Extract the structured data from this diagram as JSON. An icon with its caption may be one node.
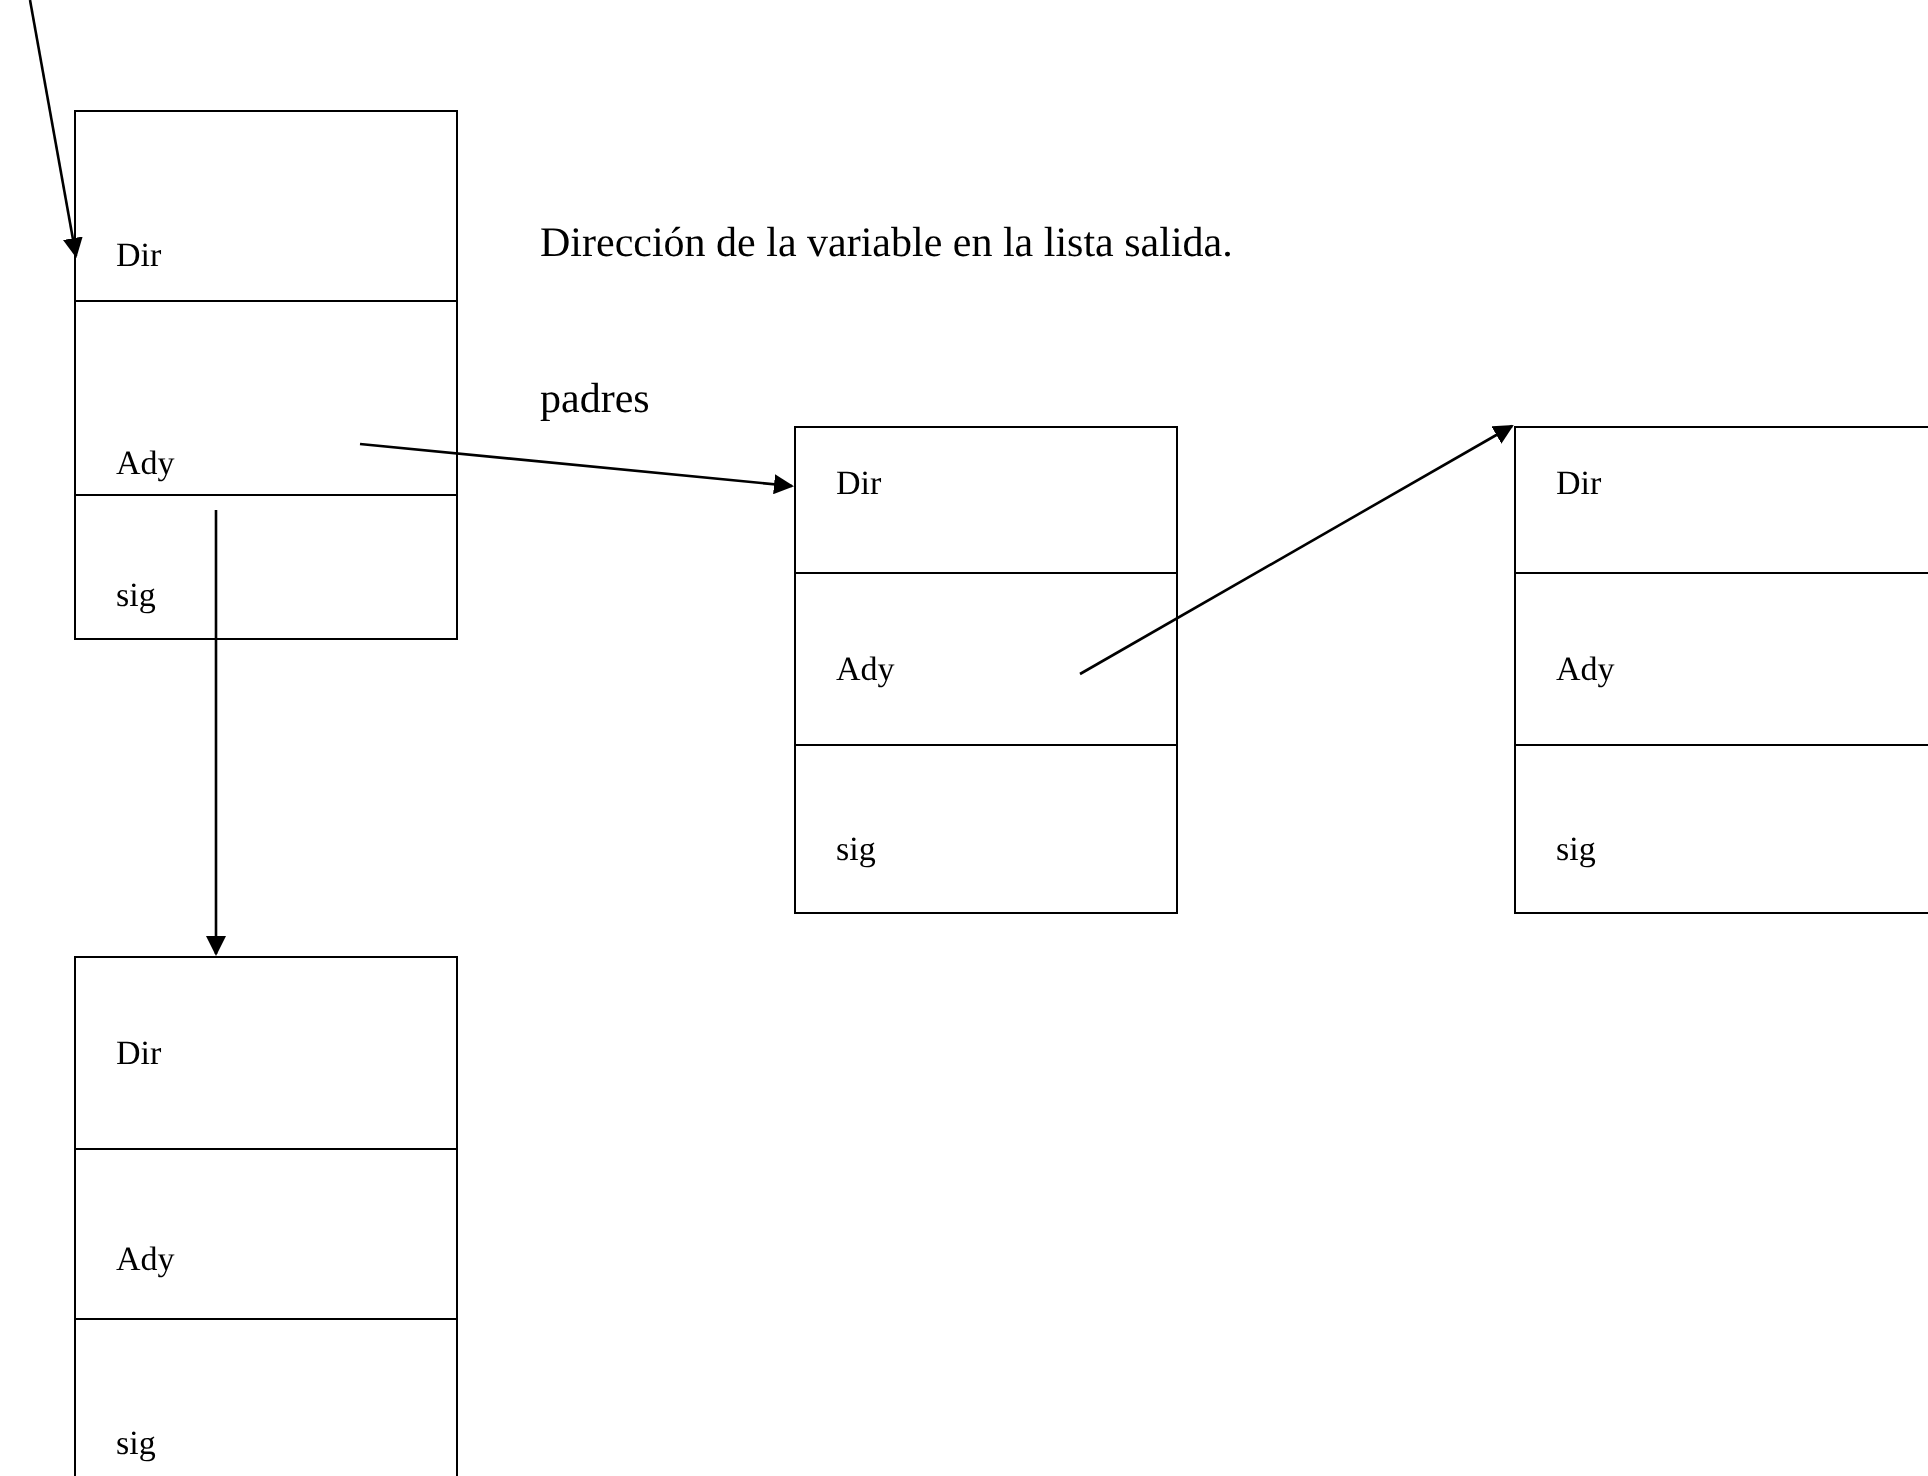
{
  "diagram": {
    "nodes": [
      {
        "text": [
          "Dir"
        ]
      },
      {
        "text": [
          "Ady"
        ]
      },
      {
        "text": [
          "sig"
        ]
      },
      {
        "text": [
          "Dir"
        ]
      },
      {
        "text": [
          "Ady"
        ]
      },
      {
        "text": [
          "sig"
        ]
      },
      {
        "text": [
          "Dir"
        ]
      },
      {
        "text": [
          "Ady"
        ]
      },
      {
        "text": [
          "sig"
        ]
      },
      {
        "text": [
          "Dir"
        ]
      },
      {
        "text": [
          "Ady"
        ]
      },
      {
        "text": [
          "sig"
        ]
      }
    ],
    "edges": [
      {
        "from": null,
        "to": 0,
        "arrow": "to"
      },
      {
        "from": 1,
        "to": 3,
        "arrow": "to"
      },
      {
        "from": 2,
        "to": 9,
        "arrow": "to"
      },
      {
        "from": 4,
        "to": 6,
        "arrow": "to"
      }
    ],
    "labels": [
      "Dirección de la variable en la lista salida.",
      "padres"
    ]
  }
}
